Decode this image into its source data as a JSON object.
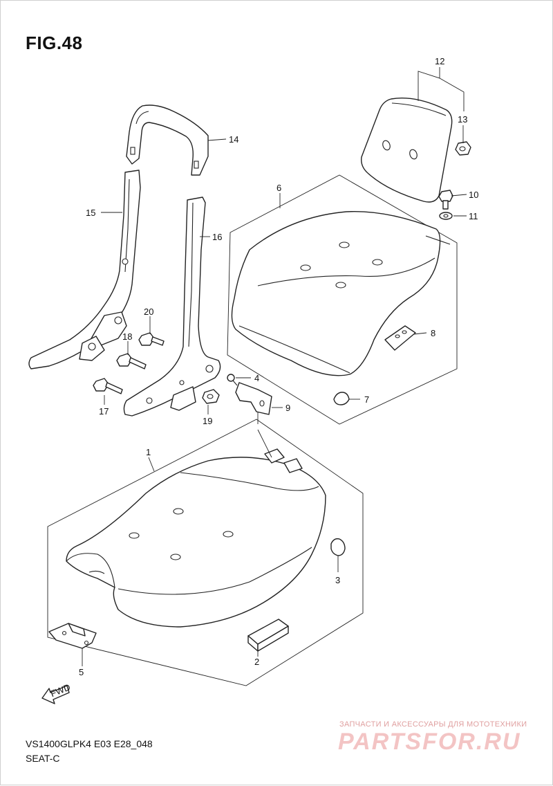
{
  "figure_title": "FIG.48",
  "model_code": "VS1400GLPK4 E03 E28_048",
  "section_name": "SEAT-C",
  "direction_label": "FWD",
  "watermark": {
    "tagline": "ЗАПЧАСТИ И АКСЕССУАРЫ ДЛЯ МОТОТЕХНИКИ",
    "brand": "PARTSFOR.RU"
  },
  "callouts": {
    "c1": "1",
    "c2": "2",
    "c3": "3",
    "c4": "4",
    "c5": "5",
    "c6": "6",
    "c7": "7",
    "c8": "8",
    "c9": "9",
    "c10": "10",
    "c11": "11",
    "c12": "12",
    "c13": "13",
    "c14": "14",
    "c15": "15",
    "c16": "16",
    "c17": "17",
    "c18": "18",
    "c19": "19",
    "c20": "20"
  }
}
